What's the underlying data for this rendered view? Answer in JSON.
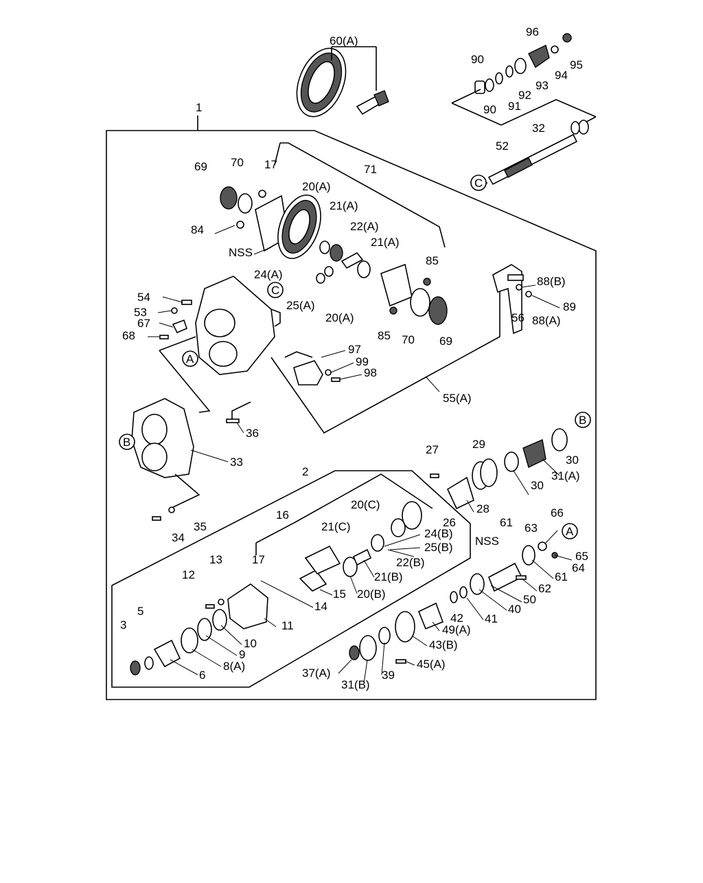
{
  "diagram": {
    "labels": {
      "l60A": "60(A)",
      "l96": "96",
      "l95": "95",
      "l94": "94",
      "l93": "93",
      "l92": "92",
      "l91": "91",
      "l90a": "90",
      "l90b": "90",
      "l32": "32",
      "l52": "52",
      "l1": "1",
      "l69a": "69",
      "l70a": "70",
      "l17a": "17",
      "l71": "71",
      "l20A_a": "20(A)",
      "l21A_a": "21(A)",
      "l22A": "22(A)",
      "l21A_b": "21(A)",
      "l84": "84",
      "lNSS_a": "NSS",
      "l85a": "85",
      "l24A": "24(A)",
      "l25A": "25(A)",
      "l20A_b": "20(A)",
      "l85b": "85",
      "l70b": "70",
      "l69b": "69",
      "l88B": "88(B)",
      "l89": "89",
      "l56": "56",
      "l88A": "88(A)",
      "l54": "54",
      "l53": "53",
      "l67": "67",
      "l68": "68",
      "l97": "97",
      "l99": "99",
      "l98": "98",
      "l55A": "55(A)",
      "l36": "36",
      "l33": "33",
      "l27": "27",
      "l29": "29",
      "l30a": "30",
      "l30b": "30",
      "l31A": "31(A)",
      "l28": "28",
      "l2": "2",
      "l16": "16",
      "l20C": "20(C)",
      "l26": "26",
      "l21C": "21(C)",
      "l24B": "24(B)",
      "l25B": "25(B)",
      "l22B": "22(B)",
      "l21B": "21(B)",
      "l20B": "20(B)",
      "l17b": "17",
      "l15": "15",
      "l14": "14",
      "l13": "13",
      "l12": "12",
      "l11": "11",
      "l10": "10",
      "l9": "9",
      "l8A": "8(A)",
      "l6": "6",
      "l5": "5",
      "l3": "3",
      "l35": "35",
      "l34": "34",
      "l66": "66",
      "l61a": "61",
      "l63": "63",
      "lNSS_b": "NSS",
      "l65": "65",
      "l64": "64",
      "l61b": "61",
      "l62": "62",
      "l50": "50",
      "l40": "40",
      "l41": "41",
      "l42": "42",
      "l49A": "49(A)",
      "l43B": "43(B)",
      "l45A": "45(A)",
      "l39": "39",
      "l37A": "37(A)",
      "l31B": "31(B)"
    },
    "callouts": {
      "cC_top": "C",
      "cC_mid": "C",
      "cA_left": "A",
      "cB_left": "B",
      "cB_right": "B",
      "cA_right": "A"
    }
  }
}
